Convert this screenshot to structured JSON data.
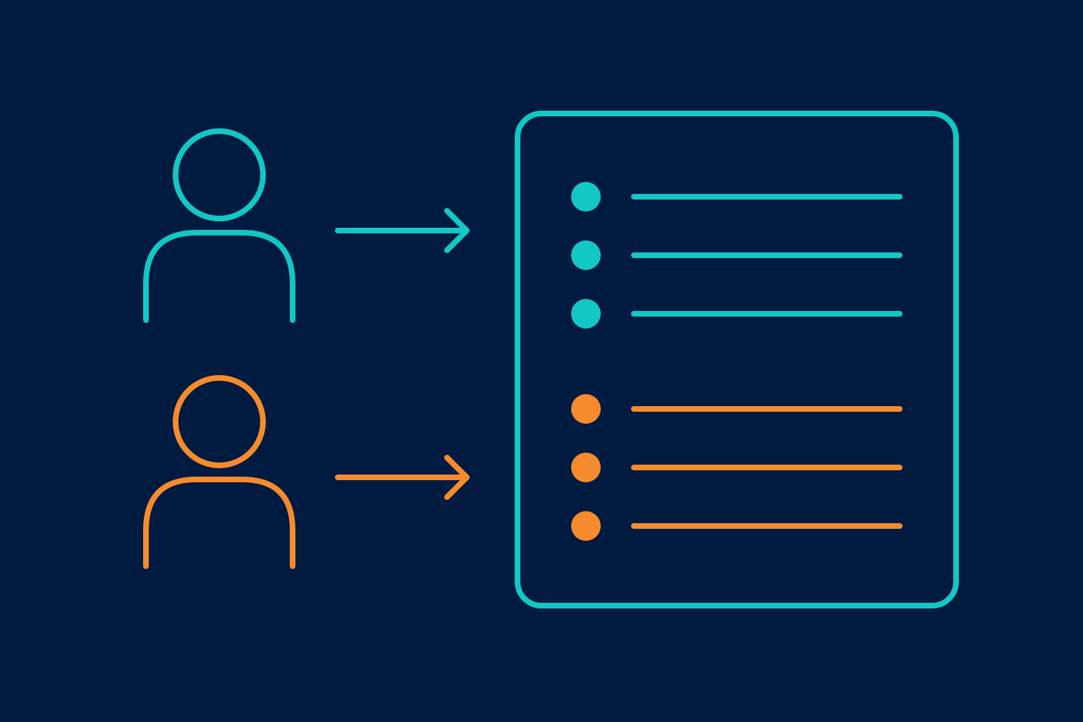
{
  "colors": {
    "background": "#011a40",
    "teal": "#12c7c4",
    "orange": "#f58b2d"
  },
  "icons": {
    "user_top": "person-icon",
    "user_bottom": "person-icon",
    "arrow_top": "arrow-right-icon",
    "arrow_bottom": "arrow-right-icon",
    "document": "document-list-icon"
  },
  "list": {
    "groups": [
      {
        "color": "teal",
        "item_count": 3
      },
      {
        "color": "orange",
        "item_count": 3
      }
    ]
  }
}
